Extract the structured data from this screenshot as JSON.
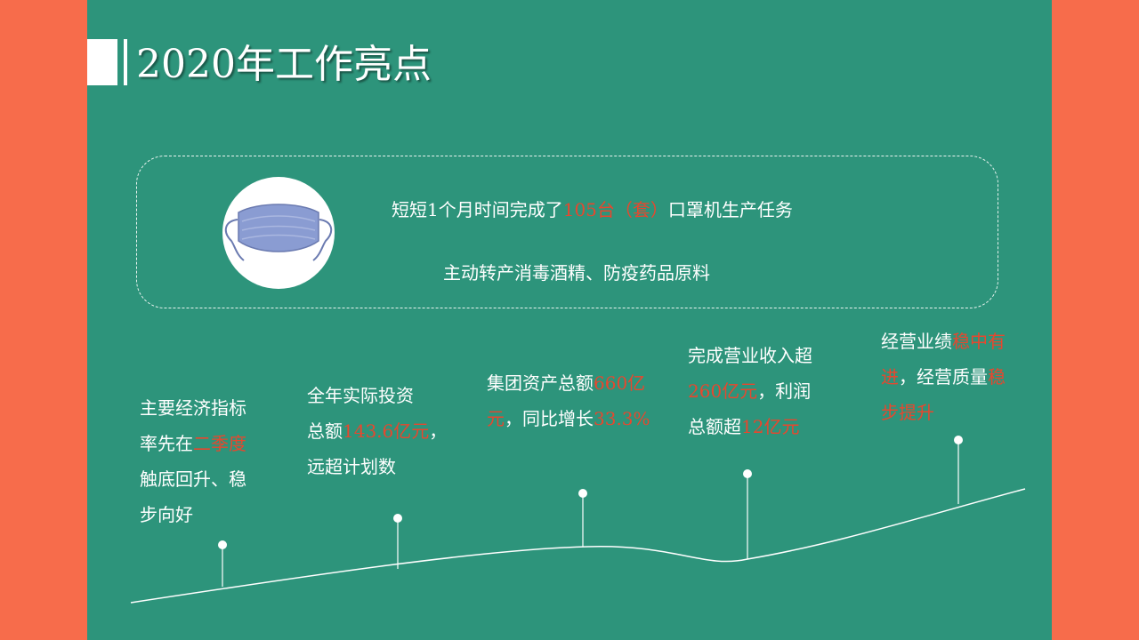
{
  "title": "2020年工作亮点",
  "colors": {
    "accent_bg": "#f76c4b",
    "slide_bg": "#2d947b",
    "highlight": "#e7472e",
    "mask": "#8a9cd2"
  },
  "icon": "face-mask-icon",
  "highlights": {
    "line1": {
      "pre": "短短1个月时间完成了",
      "hl": "105台（套）",
      "post": "口罩机生产任务"
    },
    "line2": "主动转产消毒酒精、防疫药品原料"
  },
  "milestones": [
    {
      "l1a": "主要经济指标",
      "l2a": "率先在",
      "l2hl": "二季度",
      "l3": "触底回升、稳",
      "l4": "步向好"
    },
    {
      "l1a": "全年实际投资",
      "l2a": "总额",
      "l2hl": "143.6亿元",
      "l2b": "，",
      "l3": "远超计划数"
    },
    {
      "l1a": "集团资产总额",
      "l1hl": "660亿",
      "l2hl": "元",
      "l2b": "，同比增长",
      "l2hl2": "33.3%"
    },
    {
      "l1a": "完成营业收入超",
      "l2hl": "260亿元",
      "l2b": "，利润",
      "l3a": "总额超",
      "l3hl": "12亿元"
    },
    {
      "l1a": "经营业绩",
      "l1hl": "稳中有",
      "l2hl": "进",
      "l2b": "，经营质量",
      "l2hl2": "稳",
      "l3hl": "步提升"
    }
  ]
}
